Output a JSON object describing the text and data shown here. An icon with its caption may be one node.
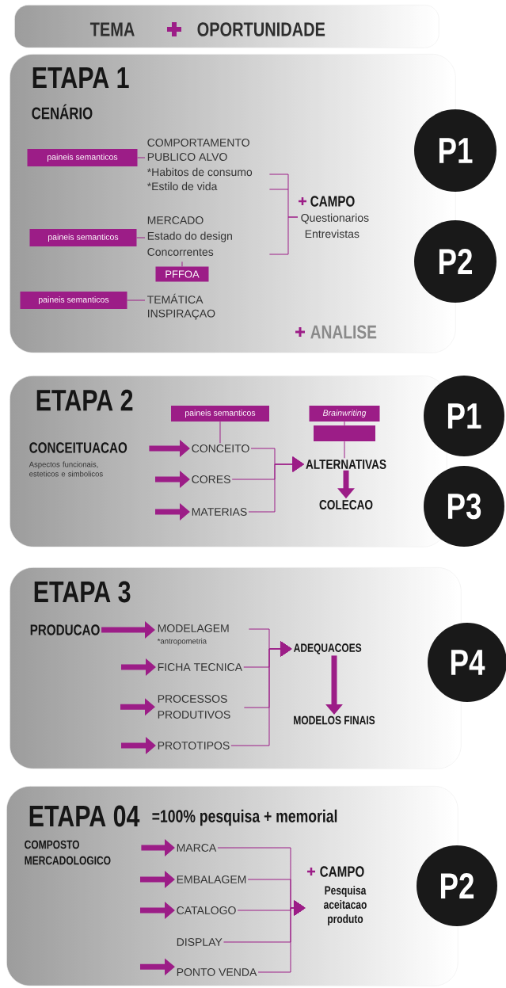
{
  "diagram": {
    "nodes": [
      {
        "text": [
          "TEMA",
          "OPORTUNIDADE"
        ]
      },
      {
        "text": [
          "ETAPA 1",
          "CENÁRIO"
        ]
      },
      {
        "text": [
          "paineis semanticos"
        ],
        "in": 1
      },
      {
        "text": [
          "COMPORTAMENTO",
          "PUBLICO ALVO",
          "*Habitos de consumo",
          "*Estilo de vida"
        ],
        "in": 1
      },
      {
        "text": [
          "paineis semanticos"
        ],
        "in": 1
      },
      {
        "text": [
          "MERCADO",
          "Estado do design",
          "Concorrentes"
        ],
        "in": 1
      },
      {
        "text": [
          "PFFOA"
        ],
        "in": 1
      },
      {
        "text": [
          "paineis semanticos"
        ],
        "in": 1
      },
      {
        "text": [
          "TEMÁTICA",
          "INSPIRAÇAO"
        ],
        "in": 1
      },
      {
        "text": [
          "CAMPO",
          "Questionarios",
          "Entrevistas"
        ],
        "in": 1
      },
      {
        "text": [
          "P1"
        ]
      },
      {
        "text": [
          "P2"
        ]
      },
      {
        "text": [
          "ETAPA 2"
        ]
      },
      {
        "text": [
          "CONCEITUACAO",
          "Aspectos funcionais, esteticos e simbolicos"
        ],
        "in": 12
      },
      {
        "text": [
          "paineis semanticos"
        ],
        "in": 12
      },
      {
        "text": [
          "CONCEITO"
        ],
        "in": 12
      },
      {
        "text": [
          "CORES"
        ],
        "in": 12
      },
      {
        "text": [
          "MATERIAS"
        ],
        "in": 12
      },
      {
        "text": [
          "Brainwriting"
        ],
        "in": 12
      },
      {
        "text": [],
        "shape": "box",
        "in": 12
      },
      {
        "text": [
          "ALTERNATIVAS"
        ],
        "in": 12
      },
      {
        "text": [
          "COLECAO"
        ],
        "in": 12
      },
      {
        "text": [
          "P1"
        ]
      },
      {
        "text": [
          "P3"
        ]
      },
      {
        "text": [
          "ETAPA 3"
        ]
      },
      {
        "text": [
          "PRODUCAO"
        ],
        "in": 24
      },
      {
        "text": [
          "MODELAGEM",
          "*antropometria"
        ],
        "in": 24
      },
      {
        "text": [
          "FICHA TECNICA"
        ],
        "in": 24
      },
      {
        "text": [
          "PROCESSOS",
          "PRODUTIVOS"
        ],
        "in": 24
      },
      {
        "text": [
          "PROTOTIPOS"
        ],
        "in": 24
      },
      {
        "text": [
          "ADEQUACOES"
        ],
        "in": 24
      },
      {
        "text": [
          "MODELOS FINAIS"
        ],
        "in": 24
      },
      {
        "text": [
          "P4"
        ]
      },
      {
        "text": [
          "ETAPA 04",
          "=100% pesquisa + memorial"
        ]
      },
      {
        "text": [
          "COMPOSTO",
          "MERCADOLOGICO"
        ],
        "in": 33
      },
      {
        "text": [
          "MARCA"
        ],
        "in": 33
      },
      {
        "text": [
          "EMBALAGEM"
        ],
        "in": 33
      },
      {
        "text": [
          "CATALOGO"
        ],
        "in": 33
      },
      {
        "text": [
          "DISPLAY"
        ],
        "in": 33
      },
      {
        "text": [
          "PONTO VENDA"
        ],
        "in": 33
      },
      {
        "text": [
          "CAMPO",
          "Pesquisa aceitacao produto"
        ],
        "in": 33
      },
      {
        "text": [
          "P2"
        ]
      }
    ],
    "edges": [
      {
        "from": 2,
        "to": 3,
        "arrow": "none"
      },
      {
        "from": 4,
        "to": 5,
        "arrow": "none"
      },
      {
        "from": 7,
        "to": 8,
        "arrow": "none"
      },
      {
        "from": 5,
        "to": 6,
        "arrow": "none"
      },
      {
        "from": 3,
        "to": 9,
        "arrow": "none"
      },
      {
        "from": 5,
        "to": 9,
        "arrow": "none"
      },
      {
        "from": 13,
        "to": 15,
        "arrow": "to",
        "style": "thick"
      },
      {
        "from": null,
        "to": 16,
        "arrow": "to",
        "style": "thick"
      },
      {
        "from": null,
        "to": 17,
        "arrow": "to",
        "style": "thick"
      },
      {
        "from": 14,
        "to": 15,
        "arrow": "none"
      },
      {
        "from": 15,
        "to": 20,
        "arrow": "to"
      },
      {
        "from": 16,
        "to": 20,
        "arrow": "to"
      },
      {
        "from": 17,
        "to": 20,
        "arrow": "to"
      },
      {
        "from": 18,
        "to": 19,
        "arrow": "none"
      },
      {
        "from": 19,
        "to": 20,
        "arrow": "none"
      },
      {
        "from": 20,
        "to": 21,
        "arrow": "to",
        "style": "thick"
      },
      {
        "from": 25,
        "to": 26,
        "arrow": "to",
        "style": "thick"
      },
      {
        "from": null,
        "to": 27,
        "arrow": "to",
        "style": "thick"
      },
      {
        "from": null,
        "to": 28,
        "arrow": "to",
        "style": "thick"
      },
      {
        "from": null,
        "to": 29,
        "arrow": "to",
        "style": "thick"
      },
      {
        "from": 26,
        "to": 30,
        "arrow": "to"
      },
      {
        "from": 27,
        "to": 30,
        "arrow": "to"
      },
      {
        "from": 28,
        "to": 30,
        "arrow": "to"
      },
      {
        "from": 29,
        "to": 30,
        "arrow": "to"
      },
      {
        "from": 30,
        "to": 31,
        "arrow": "to",
        "style": "thick"
      },
      {
        "from": 34,
        "to": 35,
        "arrow": "to",
        "style": "thick"
      },
      {
        "from": null,
        "to": 36,
        "arrow": "to",
        "style": "thick"
      },
      {
        "from": null,
        "to": 37,
        "arrow": "to",
        "style": "thick"
      },
      {
        "from": null,
        "to": 39,
        "arrow": "to",
        "style": "thick"
      },
      {
        "from": 35,
        "to": 40,
        "arrow": "to"
      },
      {
        "from": 36,
        "to": 40,
        "arrow": "to"
      },
      {
        "from": 37,
        "to": 40,
        "arrow": "to"
      },
      {
        "from": 38,
        "to": 40,
        "arrow": "to"
      },
      {
        "from": 39,
        "to": 40,
        "arrow": "to"
      }
    ],
    "labels": [
      "ANALISE"
    ]
  }
}
